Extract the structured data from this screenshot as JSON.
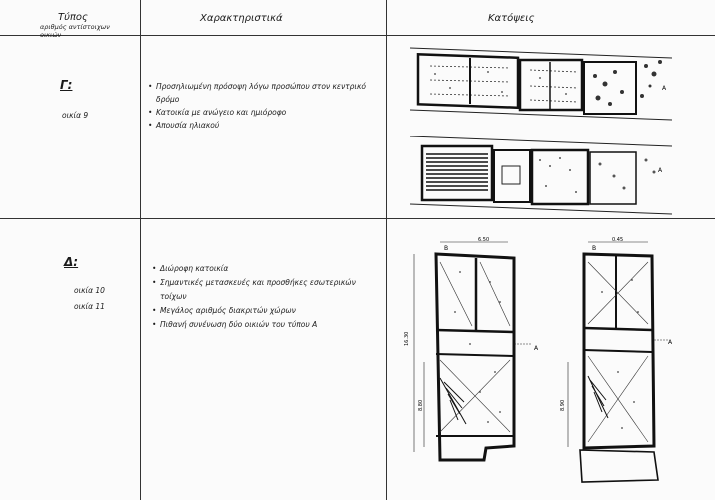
{
  "header": {
    "col1_title": "Τύπος",
    "col1_subtitle": "αριθμός αντίστοιχων οικιών",
    "col2_title": "Χαρακτηριστικά",
    "col3_title": "Κατόψεις"
  },
  "rows": [
    {
      "type_label": "Γ:",
      "houses": [
        "οικία 9"
      ],
      "features": [
        "Προσηλιωμένη πρόσοψη λόγω προσώπου στον κεντρικό δρόμο",
        "Κατοικία με ανώγειο και ημιόροφο",
        "Απουσία ηλιακού"
      ]
    },
    {
      "type_label": "Δ:",
      "houses": [
        "οικία 10",
        "οικία 11"
      ],
      "features": [
        "Διώροφη κατοικία",
        "Σημαντικές μετασκευές και προσθήκες εσωτερικών τοίχων",
        "Μεγάλος αριθμός διακριτών χώρων",
        "Πιθανή συνένωση δύο οικιών του τύπου Α"
      ]
    }
  ],
  "plan_labels": {
    "arrow_a": "A",
    "arrow_b": "B",
    "dim_top": "6.50",
    "dim_small": "0.45",
    "dim_left": "16.30",
    "dim_mid": "8.80",
    "dim_right": "8.90"
  }
}
